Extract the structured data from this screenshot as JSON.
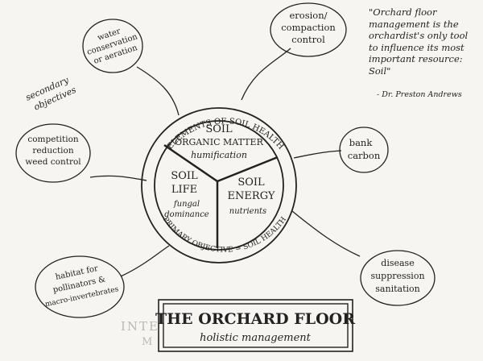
{
  "title_box": {
    "title": "THE ORCHARD FLOOR",
    "subtitle": "holistic management",
    "faint_text_1": "INTEGR",
    "faint_text_2": "M"
  },
  "center": {
    "ring_top": "ELEMENTS OF SOIL HEALTH",
    "ring_bottom": "PRIMARY OBJECTIVE = SOIL HEALTH",
    "segment_top": {
      "line1": "SOIL",
      "line2": "ORGANIC MATTER",
      "line3": "humification"
    },
    "segment_left": {
      "line1": "SOIL",
      "line2": "LIFE",
      "line3": "fungal",
      "line4": "dominance"
    },
    "segment_right": {
      "line1": "SOIL",
      "line2": "ENERGY",
      "line3": "nutrients"
    }
  },
  "nodes": {
    "water": {
      "line1": "water",
      "line2": "conservation",
      "line3": "or aeration"
    },
    "erosion": {
      "line1": "erosion/",
      "line2": "compaction",
      "line3": "control"
    },
    "competition": {
      "line1": "competition",
      "line2": "reduction",
      "line3": "weed control"
    },
    "carbon": {
      "line1": "bank",
      "line2": "carbon"
    },
    "habitat": {
      "line1": "habitat for",
      "line2": "pollinators &",
      "line3": "macro-invertebrates"
    },
    "disease": {
      "line1": "disease",
      "line2": "suppression",
      "line3": "sanitation"
    }
  },
  "secondary_label": {
    "line1": "secondary",
    "line2": "objectives"
  },
  "quote": {
    "text": "\"Orchard floor management is the orchardist's only tool to influence its most important resource: Soil\"",
    "author": "- Dr. Preston Andrews"
  },
  "colors": {
    "ink": "#222222",
    "paper": "#f6f5f1",
    "faint": "#b9b9b9"
  }
}
